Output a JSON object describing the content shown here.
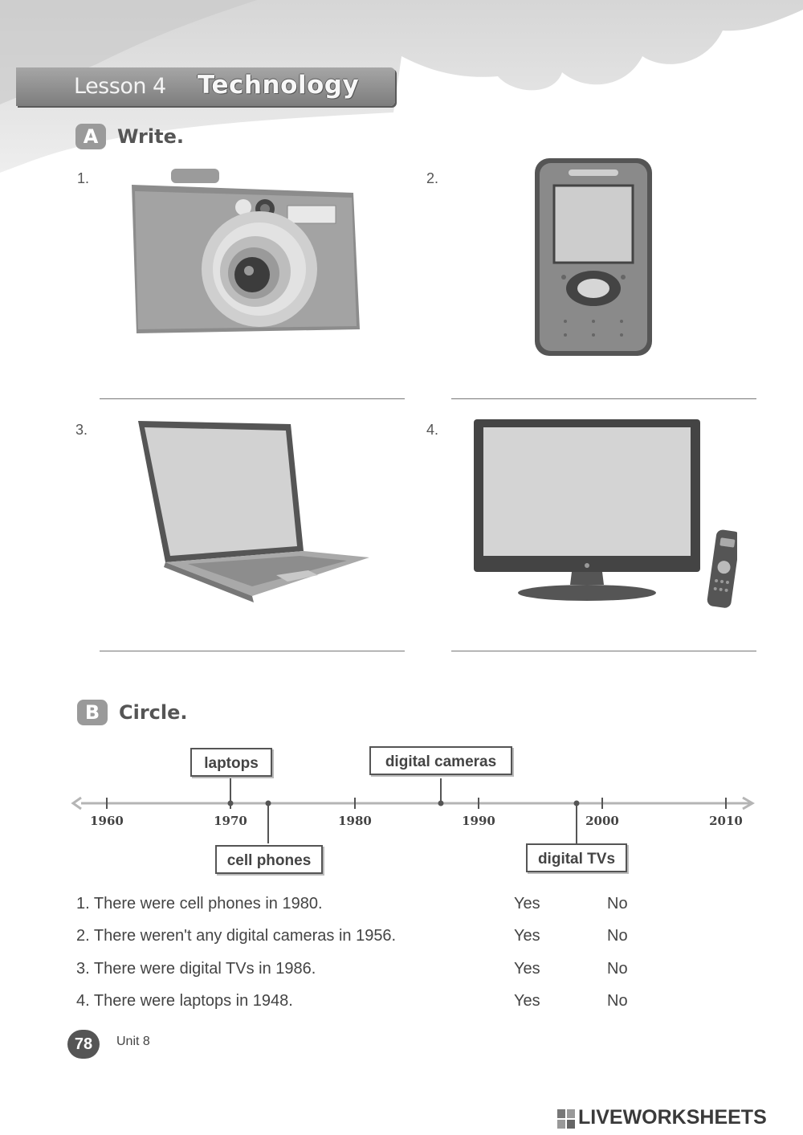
{
  "header": {
    "lesson": "Lesson 4",
    "topic": "Technology"
  },
  "section_a": {
    "badge": "A",
    "title": "Write.",
    "items": [
      {
        "number": "1.",
        "icon": "digital-camera-icon"
      },
      {
        "number": "2.",
        "icon": "cell-phone-icon"
      },
      {
        "number": "3.",
        "icon": "laptop-icon"
      },
      {
        "number": "4.",
        "icon": "digital-tv-icon"
      }
    ]
  },
  "section_b": {
    "badge": "B",
    "title": "Circle.",
    "timeline": {
      "years": [
        "1960",
        "1970",
        "1980",
        "1990",
        "2000",
        "2010"
      ],
      "labels_above": [
        "laptops",
        "digital cameras"
      ],
      "labels_below": [
        "cell phones",
        "digital TVs"
      ]
    },
    "questions": [
      {
        "text": "1. There were cell phones in 1980.",
        "yes": "Yes",
        "no": "No"
      },
      {
        "text": "2. There weren't any digital cameras in 1956.",
        "yes": "Yes",
        "no": "No"
      },
      {
        "text": "3. There were digital TVs in 1986.",
        "yes": "Yes",
        "no": "No"
      },
      {
        "text": "4. There were laptops in 1948.",
        "yes": "Yes",
        "no": "No"
      }
    ]
  },
  "footer": {
    "page_number": "78",
    "unit": "Unit 8"
  },
  "brand": {
    "name": "LIVEWORKSHEETS"
  }
}
